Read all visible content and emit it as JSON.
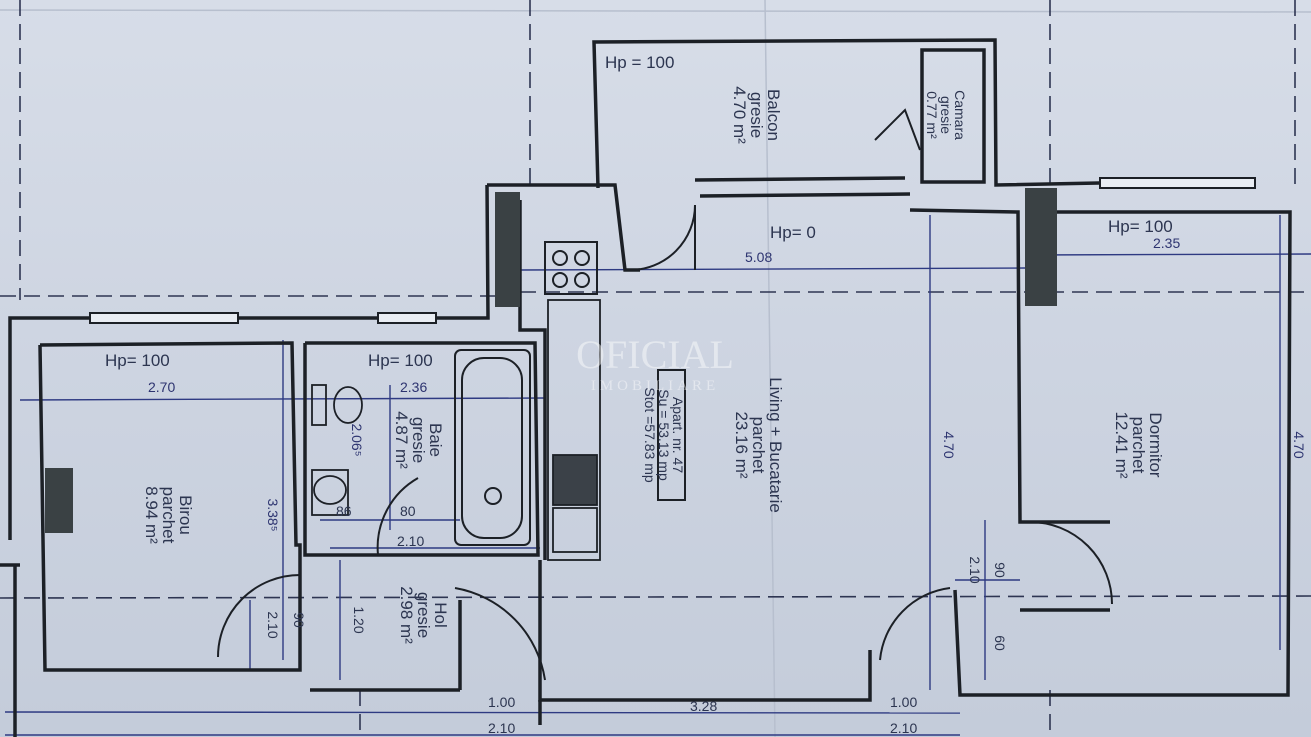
{
  "rooms": {
    "balcon": {
      "name": "Balcon",
      "floor": "gresie",
      "area": "4.70 m²",
      "hp": "Hp = 100"
    },
    "camara": {
      "name": "Camara",
      "floor": "gresie",
      "area": "0.77 m²"
    },
    "living": {
      "name": "Living + Bucatarie",
      "floor": "parchet",
      "area": "23.16 m²",
      "hp": "Hp= 0"
    },
    "dormitor": {
      "name": "Dormitor",
      "floor": "parchet",
      "area": "12.41 m²",
      "hp": "Hp= 100"
    },
    "birou": {
      "name": "Birou",
      "floor": "parchet",
      "area": "8.94 m²",
      "hp": "Hp= 100"
    },
    "baie": {
      "name": "Baie",
      "floor": "gresie",
      "area": "4.87 m²",
      "hp": "Hp= 100"
    },
    "hol": {
      "name": "Hol",
      "floor": "gresie",
      "area": "2.98 m²"
    }
  },
  "stamp": {
    "line1": "Apart. nr. 47",
    "line2": "Su = 53.13 mp",
    "line3": "Stot =57.83 mp"
  },
  "dimensions": {
    "living_width": "5.08",
    "living_depth": "4.70",
    "dormitor_width": "2.35",
    "dormitor_depth": "4.70",
    "birou_width": "2.70",
    "birou_depth": "3.38⁵",
    "baie_width": "2.36",
    "baie_depth": "2.06⁵",
    "baie_80": "80",
    "baie_86": "86",
    "baie_210": "2.10",
    "birou_door_h": "2.10",
    "birou_door_w": "90",
    "hol_120": "1.20",
    "dorm_door_h": "2.10",
    "dorm_door_w": "90",
    "dorm_60": "60",
    "bottom_100a": "1.00",
    "bottom_328": "3.28",
    "bottom_100b": "1.00",
    "bottom_210a": "2.10",
    "bottom_210b": "2.10"
  },
  "watermark": {
    "title": "OFICIAL",
    "subtitle": "IMOBILIARE"
  }
}
